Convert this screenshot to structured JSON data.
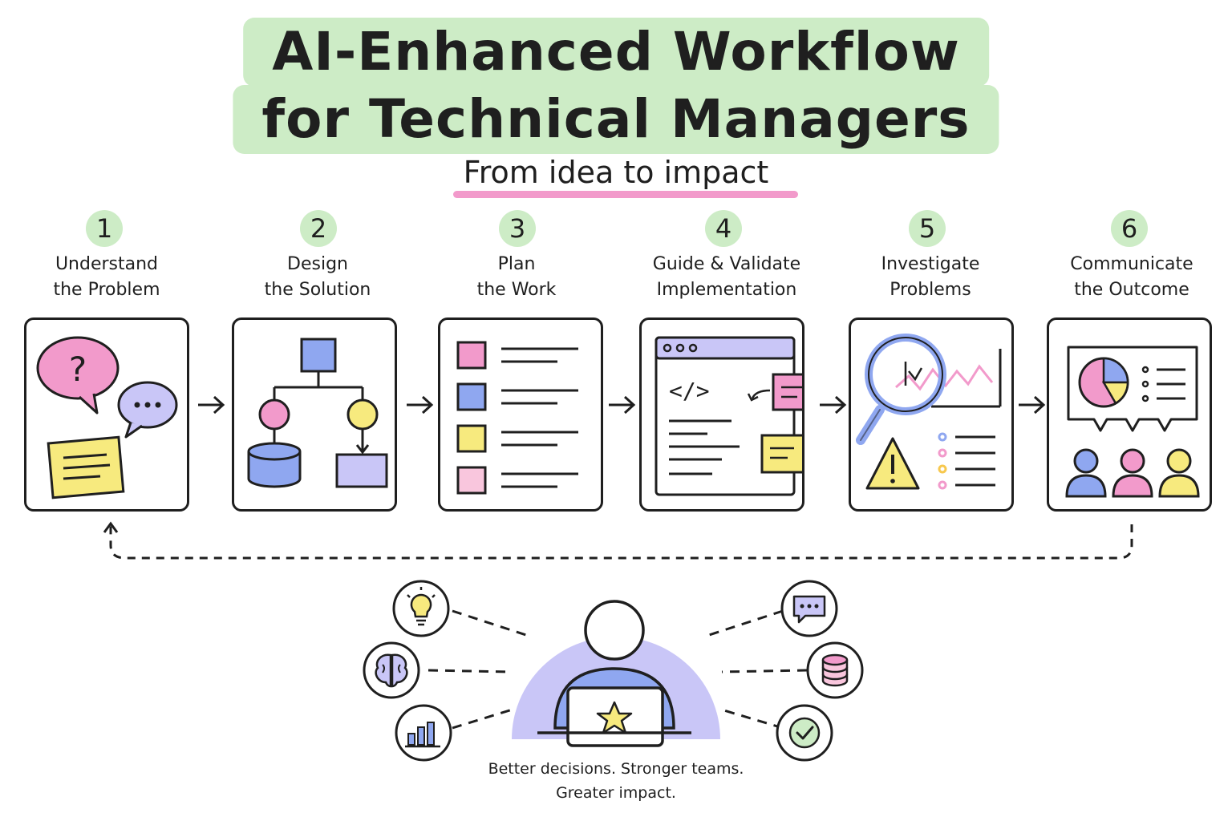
{
  "title": {
    "line1": "AI-Enhanced Workflow",
    "line2": "for Technical Managers"
  },
  "subtitle": "From idea to impact",
  "steps": [
    {
      "number": "1",
      "line1": "Understand",
      "line2": "the Problem"
    },
    {
      "number": "2",
      "line1": "Design",
      "line2": "the Solution"
    },
    {
      "number": "3",
      "line1": "Plan",
      "line2": "the Work"
    },
    {
      "number": "4",
      "line1": "Guide & Validate",
      "line2": "Implementation"
    },
    {
      "number": "5",
      "line1": "Investigate",
      "line2": "Problems"
    },
    {
      "number": "6",
      "line1": "Communicate",
      "line2": "the Outcome"
    }
  ],
  "step1_question_mark": "?",
  "step4_code_glyph": "</>",
  "tools": [
    {
      "icon": "lightbulb-icon"
    },
    {
      "icon": "brain-icon"
    },
    {
      "icon": "bar-chart-icon"
    },
    {
      "icon": "chat-bubble-icon"
    },
    {
      "icon": "database-icon"
    },
    {
      "icon": "checkmark-icon"
    }
  ],
  "footer": {
    "line1": "Better decisions. Stronger teams.",
    "line2": "Greater impact."
  },
  "colors": {
    "green": "#cdecc6",
    "pink": "#f29acb",
    "blue": "#8fa7f0",
    "yellow": "#f7ea7e",
    "lavender": "#c9c6f7",
    "ink": "#1f1f1f"
  }
}
